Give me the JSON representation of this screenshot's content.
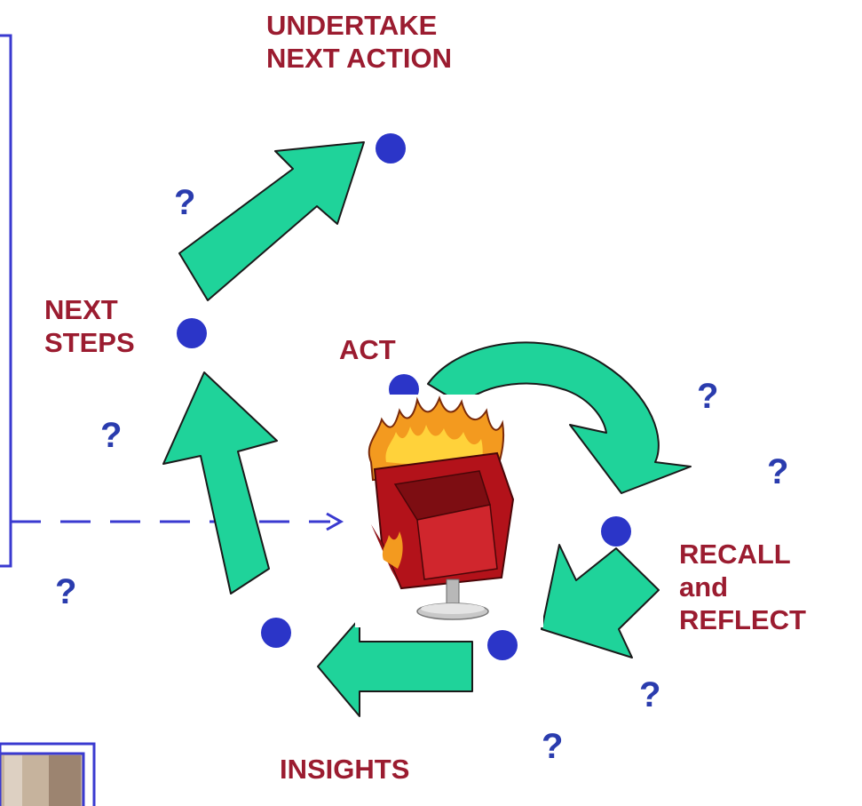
{
  "labels": {
    "undertake": [
      "UNDERTAKE",
      "NEXT ACTION"
    ],
    "next_steps": [
      "NEXT",
      "STEPS"
    ],
    "act": "ACT",
    "recall": [
      "RECALL",
      "and",
      "REFLECT"
    ],
    "insights": "INSIGHTS"
  },
  "question_mark": "?",
  "colors": {
    "label": "#9b1c30",
    "question": "#2a3cae",
    "dot": "#2b35c8",
    "arrow_fill": "#1fd39a",
    "arrow_stroke": "#1a1a1a",
    "frame": "#3a3ad0",
    "dashed_line": "#3a3ad0"
  },
  "icons": {
    "central_image": "flaming-chair-icon"
  }
}
